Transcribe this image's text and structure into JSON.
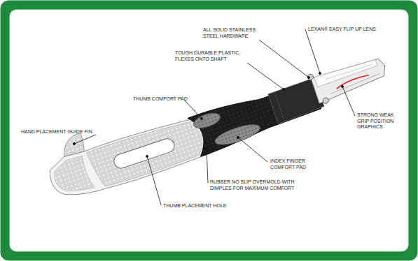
{
  "diagram": {
    "labels": [
      "LEXAN® EASY FLIP UP LENS",
      "ALL SOLID STAINLESS STEEL HARDWARE",
      "TOUGH DURABLE PLASTIC, FLEXES ONTO SHAFT",
      "THUMB COMFORT PAD",
      "STRONG WEAK GRIP POSITION GRAPHICS",
      "HAND PLACEMENT GUIDE FIN",
      "INDEX FINGER COMFORT PAD",
      "RUBBER NO SLIP OVERMOLD WITH DIMPLES FOR MAXIMUM COMFORT",
      "THUMB PLACEMENT HOLE"
    ]
  }
}
